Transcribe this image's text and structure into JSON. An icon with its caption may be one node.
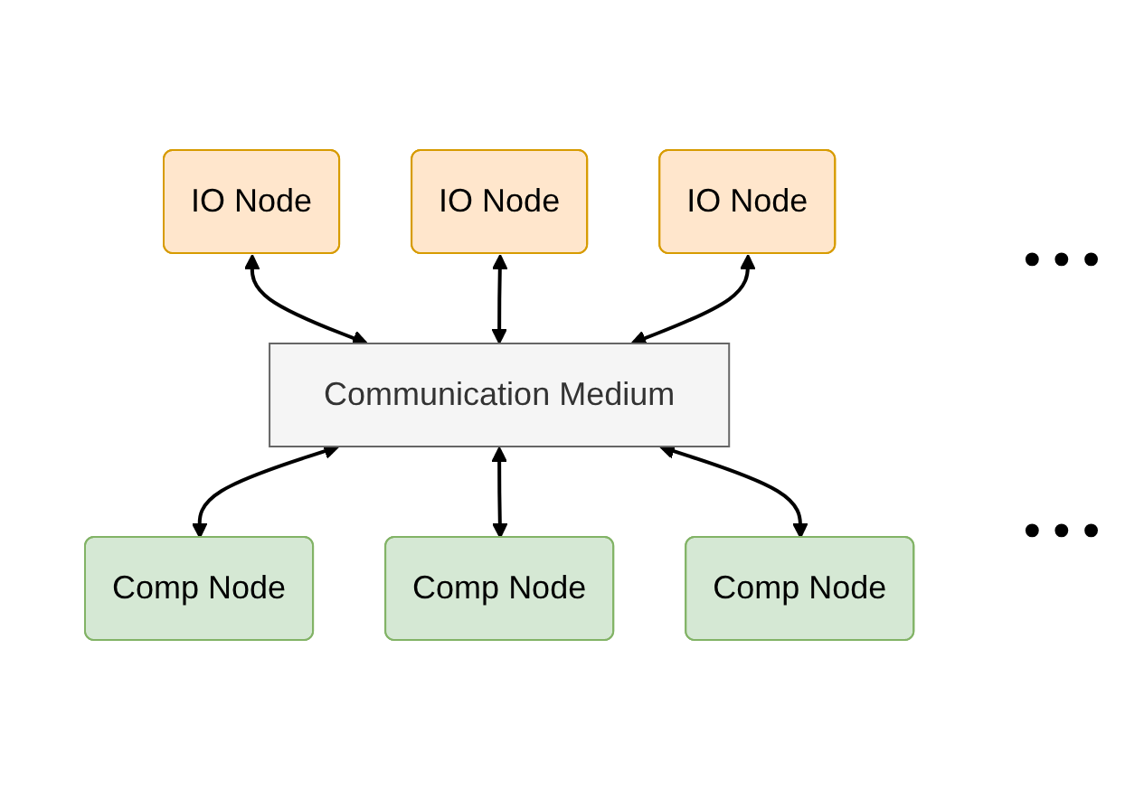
{
  "diagram": {
    "nodes": [
      {
        "text": [
          "IO Node"
        ]
      },
      {
        "text": [
          "IO Node"
        ]
      },
      {
        "text": [
          "IO Node"
        ]
      },
      {
        "text": [
          "Communication Medium"
        ]
      },
      {
        "text": [
          "Comp Node"
        ]
      },
      {
        "text": [
          "Comp Node"
        ]
      },
      {
        "text": [
          "Comp Node"
        ]
      }
    ],
    "edges": [
      {
        "from": 0,
        "to": 3,
        "arrow": "both"
      },
      {
        "from": 1,
        "to": 3,
        "arrow": "both"
      },
      {
        "from": 2,
        "to": 3,
        "arrow": "both"
      },
      {
        "from": 3,
        "to": 4,
        "arrow": "both"
      },
      {
        "from": 3,
        "to": 5,
        "arrow": "both"
      },
      {
        "from": 3,
        "to": 6,
        "arrow": "both"
      }
    ],
    "labels": [
      "• • •",
      "• • •"
    ]
  }
}
